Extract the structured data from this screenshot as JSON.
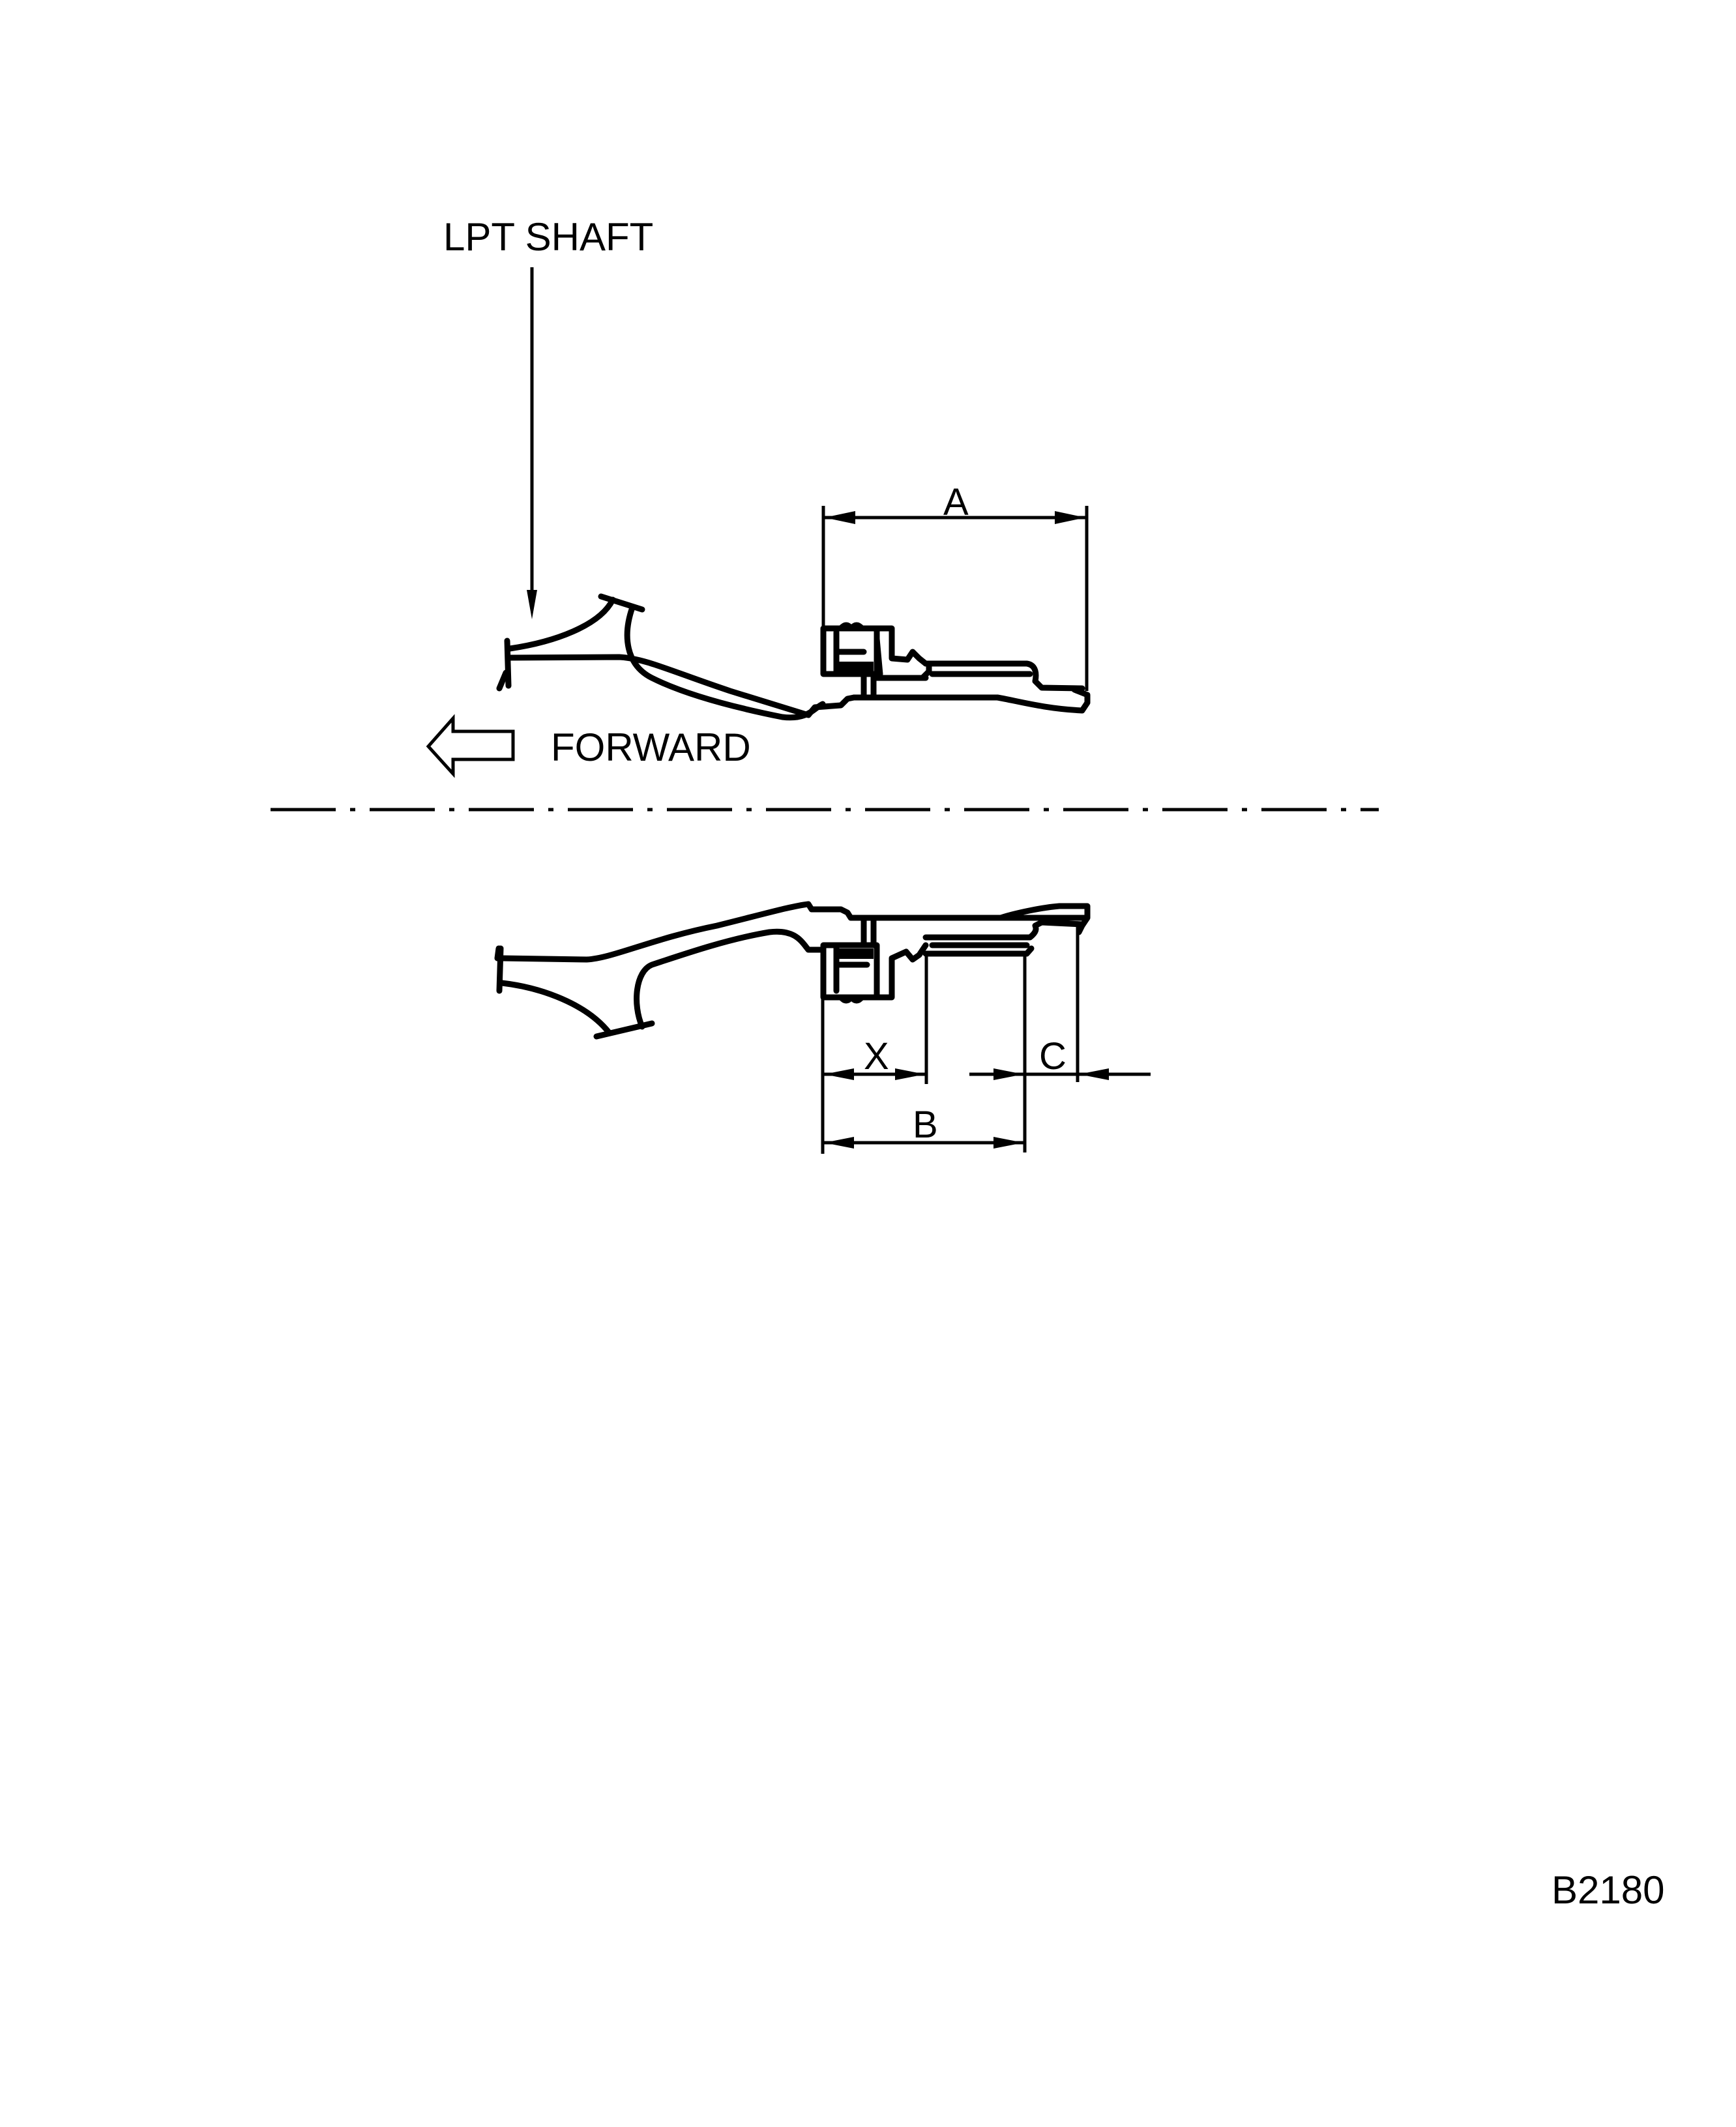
{
  "figure": {
    "id_label": "B2180",
    "labels": {
      "shaft": "LPT SHAFT",
      "direction": "FORWARD",
      "dim_a": "A",
      "dim_b": "B",
      "dim_c": "C",
      "dim_x": "X"
    },
    "icons": {
      "forward_arrow": "left-hollow-arrow"
    },
    "colors": {
      "line": "#000000",
      "background": "#ffffff"
    }
  }
}
